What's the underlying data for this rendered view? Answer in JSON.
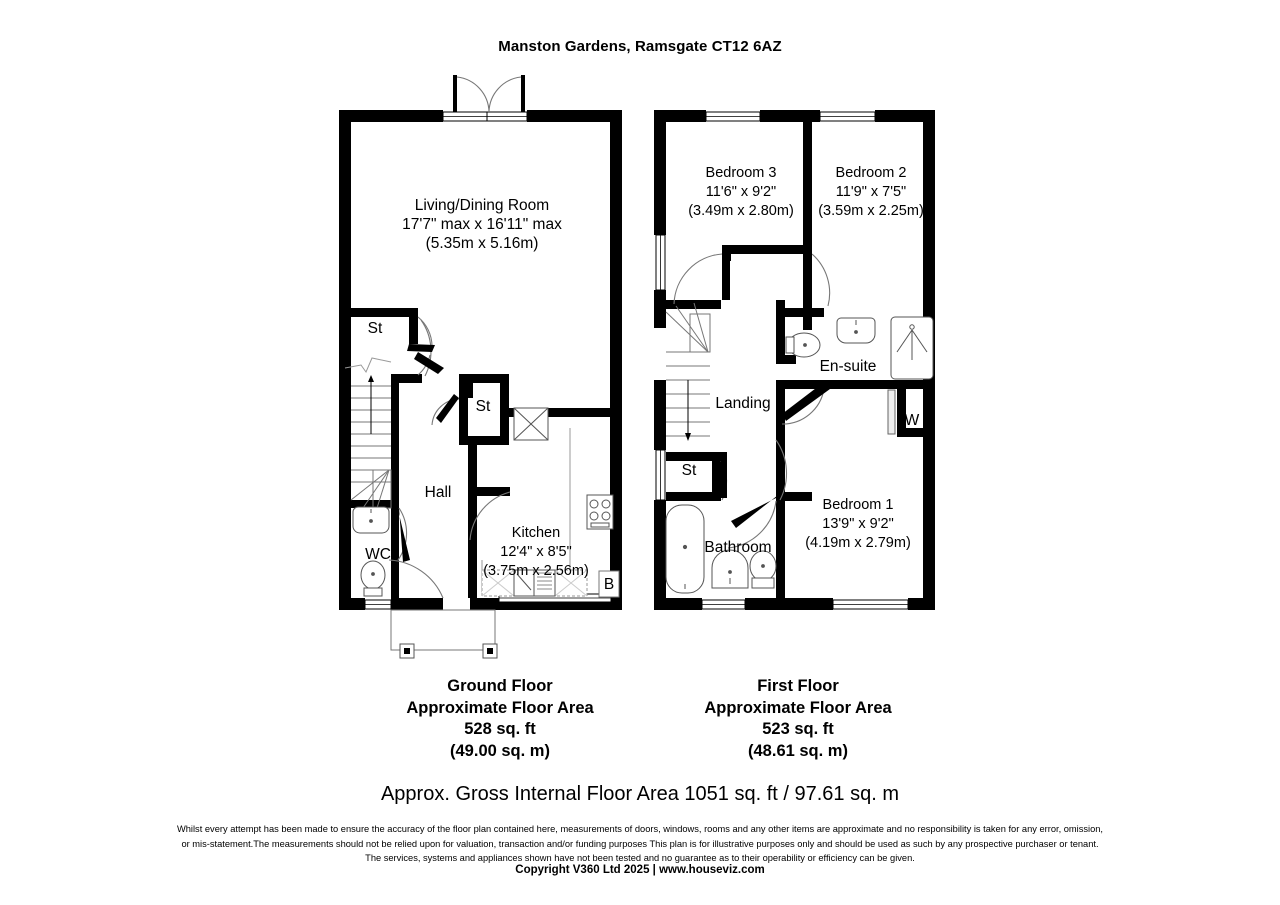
{
  "header": {
    "title": "Manston Gardens, Ramsgate CT12 6AZ"
  },
  "ground_floor": {
    "caption_title": "Ground Floor",
    "caption_area_label": "Approximate Floor Area",
    "caption_sqft": "528 sq. ft",
    "caption_sqm": "(49.00 sq. m)",
    "rooms": {
      "living_dining_name": "Living/Dining Room",
      "living_dining_imperial": "17'7\" max x 16'11\" max",
      "living_dining_metric": "(5.35m x 5.16m)",
      "kitchen_name": "Kitchen",
      "kitchen_imperial": "12'4\" x 8'5\"",
      "kitchen_metric": "(3.75m x 2.56m)",
      "hall": "Hall",
      "wc": "WC",
      "store_1": "St",
      "store_2": "St",
      "boiler": "B"
    }
  },
  "first_floor": {
    "caption_title": "First Floor",
    "caption_area_label": "Approximate Floor Area",
    "caption_sqft": "523 sq. ft",
    "caption_sqm": "(48.61 sq. m)",
    "rooms": {
      "bedroom3_name": "Bedroom 3",
      "bedroom3_imperial": "11'6\" x 9'2\"",
      "bedroom3_metric": "(3.49m x 2.80m)",
      "bedroom2_name": "Bedroom 2",
      "bedroom2_imperial": "11'9\" x 7'5\"",
      "bedroom2_metric": "(3.59m x 2.25m)",
      "bedroom1_name": "Bedroom 1",
      "bedroom1_imperial": "13'9\" x 9'2\"",
      "bedroom1_metric": "(4.19m x 2.79m)",
      "ensuite": "En-suite",
      "landing": "Landing",
      "bathroom": "Bathroom",
      "store": "St",
      "wardrobe": "W"
    }
  },
  "footer": {
    "gross_area": "Approx. Gross Internal Floor Area 1051 sq. ft / 97.61 sq. m",
    "disclaimer_line1": "Whilst every attempt has been made to ensure the accuracy of the floor plan contained here, measurements of doors, windows, rooms and any other items are approximate and no responsibility is taken for any error, omission,",
    "disclaimer_line2": "or mis-statement.The measurements should not be relied upon for valuation, transaction and/or funding purposes This plan is for illustrative purposes only and should be used as such by any prospective purchaser or tenant.",
    "disclaimer_line3": "The services, systems and appliances shown have not been tested and no guarantee as to their operability or efficiency can be given.",
    "copyright": "Copyright V360 Ltd 2025 | www.houseviz.com"
  },
  "colors": {
    "wall": "#000000",
    "background": "#ffffff",
    "fixture_stroke": "#555555",
    "light_stroke": "#999999"
  }
}
